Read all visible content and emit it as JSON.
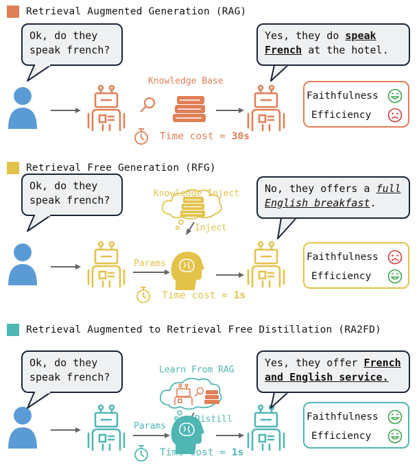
{
  "colors": {
    "rag": "#e07f56",
    "rfg": "#e3c24a",
    "ra2fd": "#4fb6b4",
    "user": "#5b9bd5",
    "ink": "#1a2438",
    "good": "#3aa34b",
    "bad": "#d13a3a"
  },
  "rag": {
    "header": "Retrieval Augmented Generation (RAG)",
    "question_line1": "Ok, do they",
    "question_line2": "speak french?",
    "answer_pre": "Yes, they do ",
    "answer_bold1": "speak",
    "answer_bold2": "French",
    "answer_post": " at the hotel.",
    "kb_label": "Knowledge Base",
    "time_prefix": "Time cost ≈ ",
    "time_value": "30s",
    "faithfulness": "Faithfulness",
    "efficiency": "Efficiency",
    "faithfulness_face": "happy",
    "efficiency_face": "sad"
  },
  "rfg": {
    "header": "Retrieval Free Generation (RFG)",
    "question_line1": "Ok, do they",
    "question_line2": "speak french?",
    "answer_pre": "No, they offers a ",
    "answer_ital1": "full",
    "answer_ital2": "English breakfast",
    "answer_post": ".",
    "inject_title": "Knowledge Inject",
    "inject_label": "Inject",
    "params_label": "Params",
    "time_prefix": "Time cost ≈ ",
    "time_value": "1s",
    "faithfulness": "Faithfulness",
    "efficiency": "Efficiency",
    "faithfulness_face": "sad",
    "efficiency_face": "happy"
  },
  "ra2fd": {
    "header": "Retrieval Augmented to Retrieval Free Distillation (RA2FD)",
    "question_line1": "Ok, do they",
    "question_line2": "speak french?",
    "answer_pre": "Yes, they offer ",
    "answer_bold1": "French",
    "answer_bold2": "and English service.",
    "learn_title": "Learn From RAG",
    "distill_label": "Distill",
    "params_label": "Params",
    "time_prefix": "Time cost ≈ ",
    "time_value": "1s",
    "faithfulness": "Faithfulness",
    "efficiency": "Efficiency",
    "faithfulness_face": "happy",
    "efficiency_face": "happy"
  }
}
